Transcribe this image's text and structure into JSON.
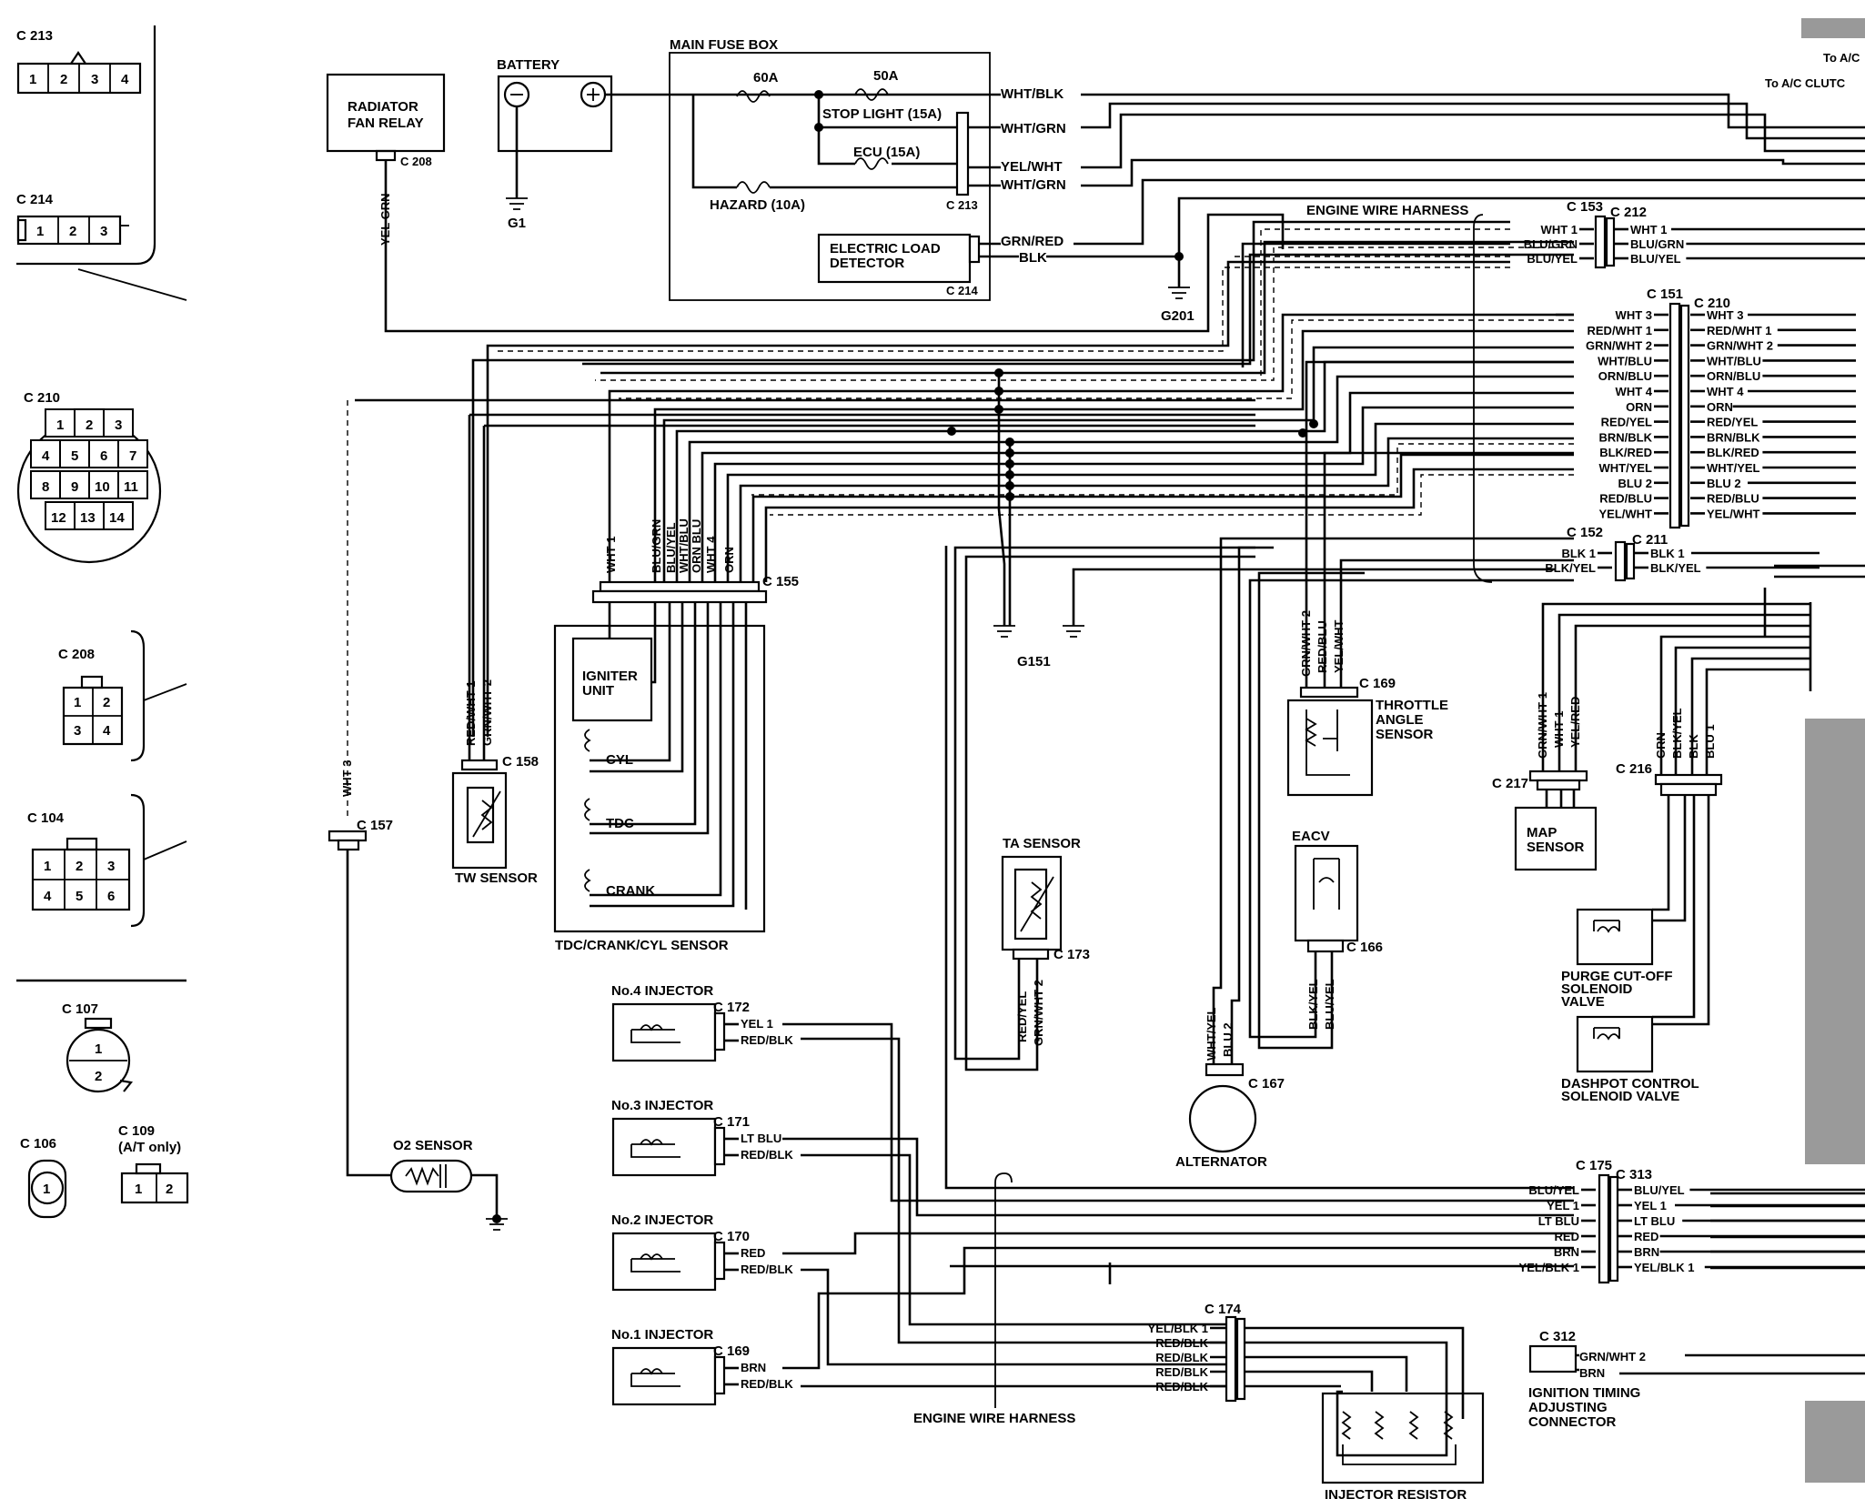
{
  "connectors_legend": {
    "c213": {
      "name": "C 213",
      "pins": [
        "1",
        "2",
        "3",
        "4"
      ]
    },
    "c214": {
      "name": "C 214",
      "pins": [
        "1",
        "2",
        "3"
      ]
    },
    "c210": {
      "name": "C 210",
      "pins": [
        "1",
        "2",
        "3",
        "4",
        "5",
        "6",
        "7",
        "8",
        "9",
        "10",
        "11",
        "12",
        "13",
        "14"
      ]
    },
    "c208": {
      "name": "C 208",
      "pins": [
        "1",
        "2",
        "3",
        "4"
      ]
    },
    "c104": {
      "name": "C 104",
      "pins": [
        "1",
        "2",
        "3",
        "4",
        "5",
        "6"
      ]
    },
    "c107": {
      "name": "C 107",
      "pins": [
        "1",
        "2"
      ]
    },
    "c106": {
      "name": "C 106",
      "pins": [
        "1"
      ]
    },
    "c109": {
      "name": "C 109",
      "note": "(A/T only)",
      "pins": [
        "1",
        "2"
      ]
    }
  },
  "top": {
    "radiator_fan_relay": [
      "RADIATOR",
      "FAN RELAY"
    ],
    "c208_tag": "C 208",
    "yel_grn": "YEL GRN",
    "battery": "BATTERY",
    "g1": "G1",
    "main_fuse_box": "MAIN FUSE BOX",
    "f60": "60A",
    "f50": "50A",
    "stop_light": "STOP LIGHT (15A)",
    "ecu": "ECU (15A)",
    "hazard": "HAZARD (10A)",
    "c213_tag": "C 213",
    "eld": [
      "ELECTRIC LOAD",
      "DETECTOR"
    ],
    "c214_tag": "C 214",
    "g201": "G201",
    "w_wht_blk": "WHT/BLK",
    "w_wht_grn1": "WHT/GRN",
    "w_yel_wht": "YEL/WHT",
    "w_wht_grn2": "WHT/GRN",
    "w_grn_red": "GRN/RED",
    "w_blk": "BLK",
    "to_ac": "To A/C",
    "to_ac_clutch": "To A/C CLUTC"
  },
  "harness": {
    "engine_wire_harness_top": "ENGINE WIRE HARNESS",
    "engine_wire_harness_bottom": "ENGINE WIRE HARNESS",
    "c153": "C 153",
    "c212": "C 212",
    "c153_wires": [
      "WHT 1",
      "BLU/GRN",
      "BLU/YEL"
    ],
    "c212_wires": [
      "WHT 1",
      "BLU/GRN",
      "BLU/YEL"
    ],
    "c151": "C 151",
    "c210": "C 210",
    "c151_wires": [
      "WHT 3",
      "RED/WHT 1",
      "GRN/WHT 2",
      "WHT/BLU",
      "ORN/BLU",
      "WHT 4",
      "ORN",
      "RED/YEL",
      "BRN/BLK",
      "BLK/RED",
      "WHT/YEL",
      "BLU 2",
      "RED/BLU",
      "YEL/WHT"
    ],
    "c210_wires": [
      "WHT 3",
      "RED/WHT 1",
      "GRN/WHT 2",
      "WHT/BLU",
      "ORN/BLU",
      "WHT 4",
      "ORN",
      "RED/YEL",
      "BRN/BLK",
      "BLK/RED",
      "WHT/YEL",
      "BLU 2",
      "RED/BLU",
      "YEL/WHT"
    ],
    "c152": "C 152",
    "c211": "C 211",
    "c152_wires": [
      "BLK 1",
      "BLK/YEL"
    ],
    "c211_wires": [
      "BLK 1",
      "BLK/YEL"
    ],
    "c175": "C 175",
    "c313": "C 313",
    "c175_wires": [
      "BLU/YEL",
      "YEL 1",
      "LT BLU",
      "RED",
      "BRN",
      "YEL/BLK 1"
    ],
    "c313_wires": [
      "BLU/YEL",
      "YEL 1",
      "LT BLU",
      "RED",
      "BRN",
      "YEL/BLK 1"
    ]
  },
  "components": {
    "c155": "C 155",
    "c155_wires": [
      "WHT 1",
      "BLU/GRN",
      "BLU/YEL",
      "WHT/BLU",
      "ORN BLU",
      "WHT 4",
      "ORN"
    ],
    "igniter": [
      "IGNITER",
      "UNIT"
    ],
    "cyl": "CYL",
    "tdc": "TDC",
    "crank": "CRANK",
    "tdc_sensor": "TDC/CRANK/CYL SENSOR",
    "g151": "G151",
    "tw_sensor": "TW SENSOR",
    "c158": "C 158",
    "c158_wires": [
      "RED/WHT 1",
      "GRN/WHT 2"
    ],
    "wht3": "WHT 3",
    "c157": "C 157",
    "o2_sensor": "O2 SENSOR",
    "ta_sensor": "TA SENSOR",
    "c173": "C 173",
    "c173_wires": [
      "RED/YEL",
      "GRN/WHT 2"
    ],
    "throttle": [
      "THROTTLE",
      "ANGLE",
      "SENSOR"
    ],
    "c169a": "C 169",
    "c169a_wires": [
      "GRN/WHT 2",
      "RED/BLU",
      "YEL/WHT"
    ],
    "eacv": "EACV",
    "c166": "C 166",
    "c166_wires": [
      "BLK/YEL",
      "BLU/YEL"
    ],
    "alternator": "ALTERNATOR",
    "c167": "C 167",
    "c167_wires": [
      "WHT/YEL",
      "BLU 2"
    ],
    "map_sensor": [
      "MAP",
      "SENSOR"
    ],
    "c217": "C 217",
    "c217_wires": [
      "GRN/WHT 1",
      "WHT 1",
      "YEL/RED"
    ],
    "c216": "C 216",
    "c216_wires": [
      "GRN",
      "BLK/YEL",
      "BLK",
      "BLU 1"
    ],
    "purge": [
      "PURGE CUT-OFF",
      "SOLENOID",
      "VALVE"
    ],
    "dashpot": [
      "DASHPOT CONTROL",
      "SOLENOID VALVE"
    ],
    "inj4": "No.4 INJECTOR",
    "c172": "C 172",
    "inj4_w": [
      "YEL 1",
      "RED/BLK"
    ],
    "inj3": "No.3 INJECTOR",
    "c171": "C 171",
    "inj3_w": [
      "LT BLU",
      "RED/BLK"
    ],
    "inj2": "No.2 INJECTOR",
    "c170": "C 170",
    "inj2_w": [
      "RED",
      "RED/BLK"
    ],
    "inj1": "No.1 INJECTOR",
    "c169b": "C 169",
    "inj1_w": [
      "BRN",
      "RED/BLK"
    ],
    "c174": "C 174",
    "c174_wires": [
      "YEL/BLK 1",
      "RED/BLK",
      "RED/BLK",
      "RED/BLK",
      "RED/BLK"
    ],
    "injector_resistor": "INJECTOR RESISTOR",
    "c312": "C 312",
    "c312_wires": [
      "GRN/WHT 2",
      "BRN"
    ],
    "ign_timing": [
      "IGNITION TIMING",
      "ADJUSTING",
      "CONNECTOR"
    ]
  }
}
